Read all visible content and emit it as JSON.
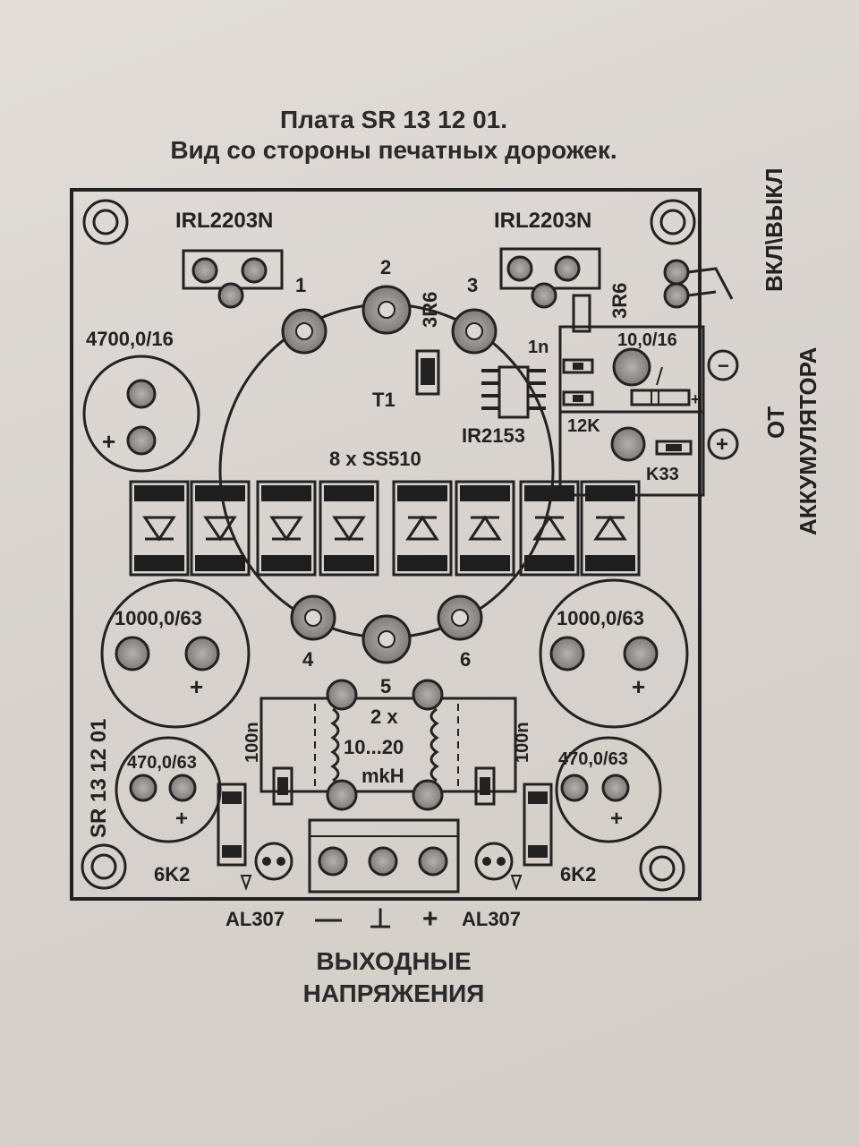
{
  "header": {
    "line1": "Плата SR 13 12 01.",
    "line2": "Вид со стороны печатных дорожек."
  },
  "labels": {
    "transistor_left": "IRL2203N",
    "transistor_right": "IRL2203N",
    "pad_1": "1",
    "pad_2": "2",
    "pad_3": "3",
    "pad_4": "4",
    "pad_5": "5",
    "pad_6": "6",
    "res_3r6_a": "3R6",
    "res_3r6_b": "3R6",
    "cap_4700": "4700,0/16",
    "transformer": "T1",
    "cap_1n": "1n",
    "cap_10_16": "10,0/16",
    "ic": "IR2153",
    "res_12k": "12K",
    "res_k33": "K33",
    "diodes": "8 x SS510",
    "cap_1000_left": "1000,0/63",
    "cap_1000_right": "1000,0/63",
    "cap_470_left": "470,0/63",
    "cap_470_right": "470,0/63",
    "cap_100n_left": "100n",
    "cap_100n_right": "100n",
    "inductor_count": "2 x",
    "inductor_value": "10...20",
    "inductor_unit": "mkH",
    "res_6k2_left": "6K2",
    "res_6k2_right": "6K2",
    "led_left": "AL307",
    "led_right": "AL307",
    "board_id": "SR 13 12 01",
    "switch": "ВКЛ\\ВЫКЛ",
    "battery_from": "ОТ",
    "battery": "АККУМУЛЯТОРА",
    "minus_sign": "−",
    "plus_sign": "+",
    "plus": "+",
    "out_minus": "—",
    "out_ground": "⊥",
    "out_plus": "+"
  },
  "footer": {
    "line1": "ВЫХОДНЫЕ",
    "line2": "НАПРЯЖЕНИЯ"
  },
  "colors": {
    "ink": "#222222",
    "pad_fill": "#9a9693",
    "paper": "#ddd8d3"
  }
}
